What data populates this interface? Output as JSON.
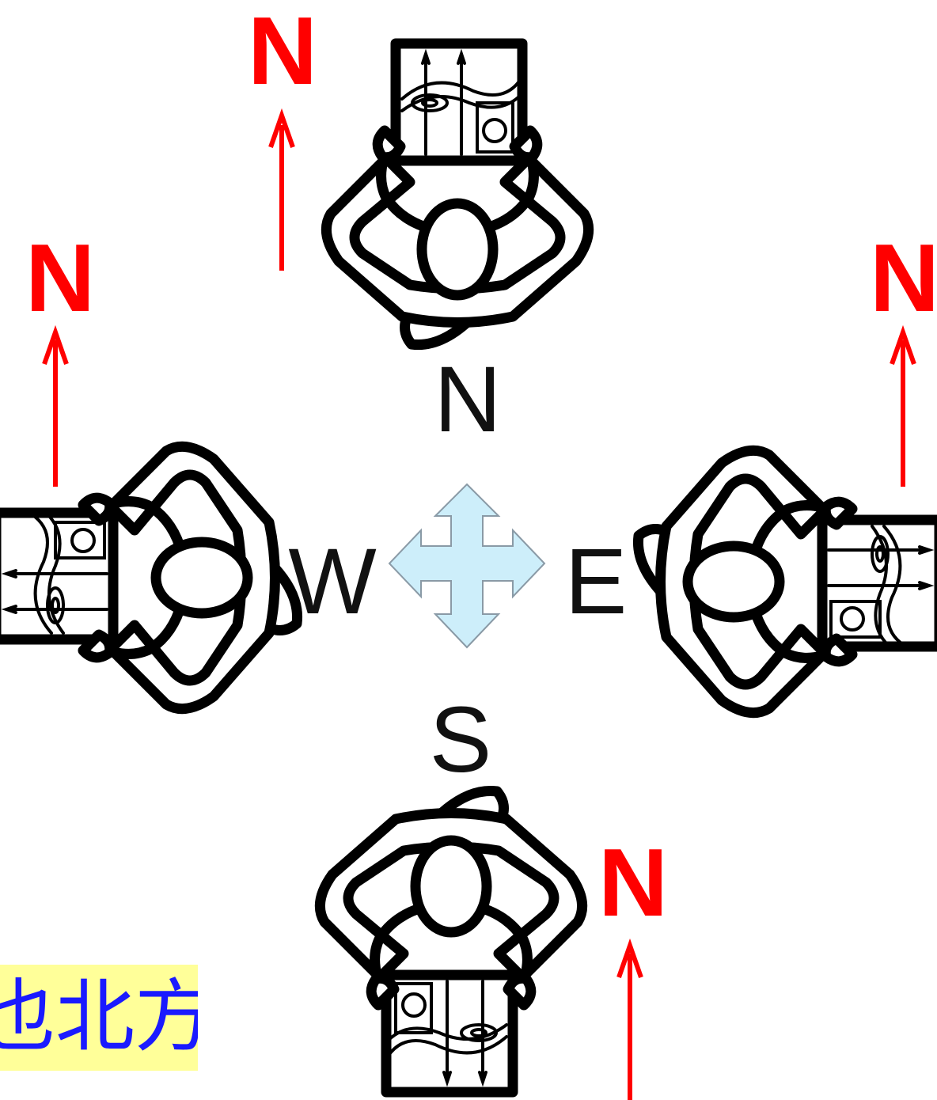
{
  "north_labels": [
    "N",
    "N",
    "N",
    "N"
  ],
  "directions": {
    "north": "N",
    "west": "W",
    "east": "E",
    "south": "S"
  },
  "caption": "也北方",
  "colors": {
    "arrow_red": "#ff0000",
    "compass_fill": "#cdeefa",
    "caption_bg": "#ffff99",
    "caption_text": "#1a1aff"
  }
}
